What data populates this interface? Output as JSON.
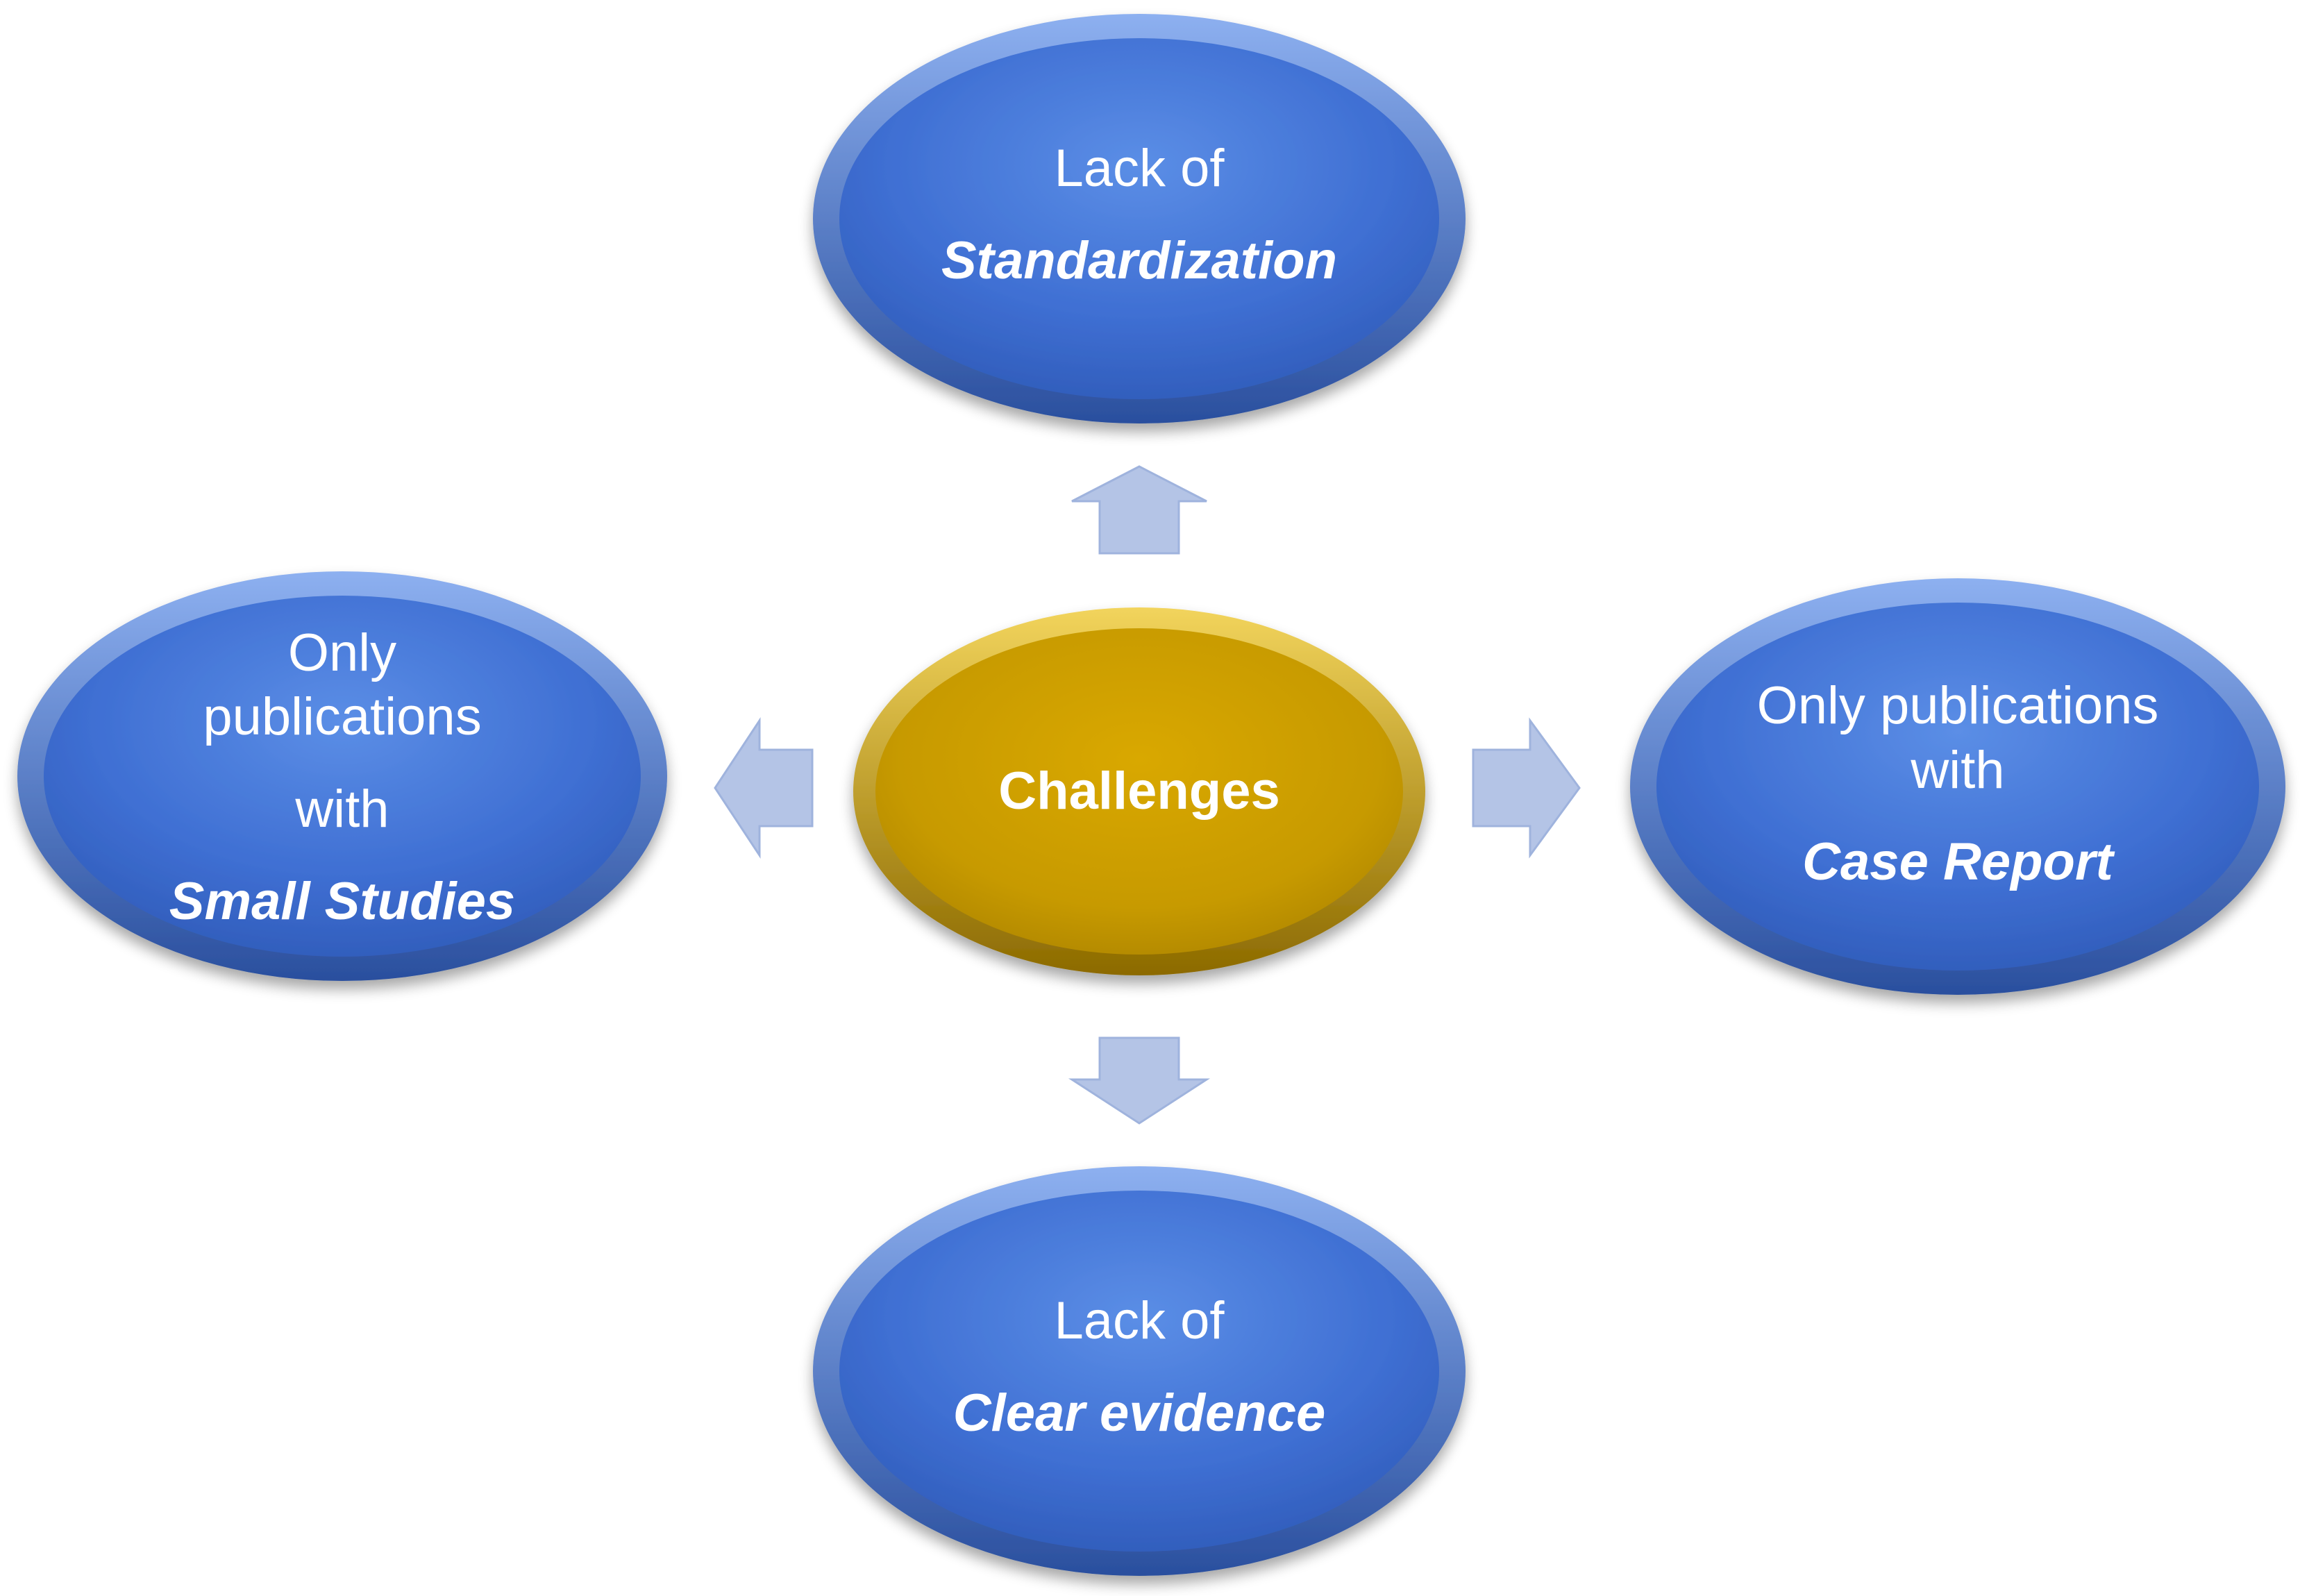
{
  "colors": {
    "outer_node": "#3f6fcf",
    "outer_node_edge": "#2a52a8",
    "center_node": "#c79a00",
    "center_node_edge": "#a37d00",
    "arrow": "#b4c4e6",
    "text": "#ffffff"
  },
  "center": {
    "label": "Challenges"
  },
  "nodes": {
    "top": {
      "line1": "Lack of",
      "emphasis": "Standardization"
    },
    "left": {
      "line1": "Only",
      "line2": "publications",
      "line3": "with",
      "emphasis": "Small Studies"
    },
    "right": {
      "line1": "Only publications",
      "line2": "with",
      "emphasis": "Case Report"
    },
    "bottom": {
      "line1": "Lack of",
      "emphasis": "Clear evidence"
    }
  },
  "arrows": [
    "up",
    "left",
    "right",
    "down"
  ]
}
